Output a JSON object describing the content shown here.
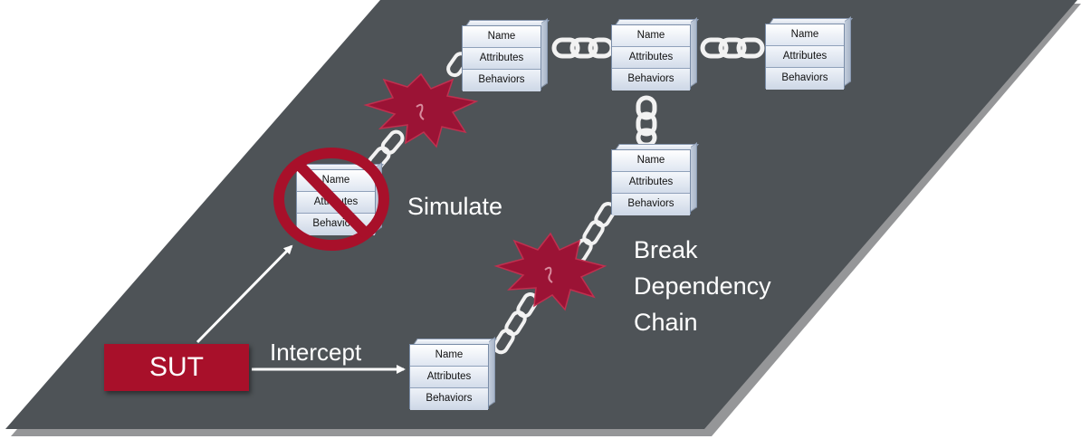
{
  "node_rows": {
    "name": "Name",
    "attributes": "Attributes",
    "behaviors": "Behaviors"
  },
  "sut_label": "SUT",
  "labels": {
    "simulate": "Simulate",
    "intercept": "Intercept",
    "break_line1": "Break",
    "break_line2": "Dependency",
    "break_line3": "Chain"
  },
  "icons": {
    "chain": "chain-link-icon",
    "burst": "explosion-burst-icon",
    "prohibit": "no-symbol-icon"
  },
  "colors": {
    "plane": "#4e5357",
    "sut": "#a8102a",
    "burst": "#9b1335",
    "prohibit": "#a8102a",
    "text": "#ffffff"
  }
}
